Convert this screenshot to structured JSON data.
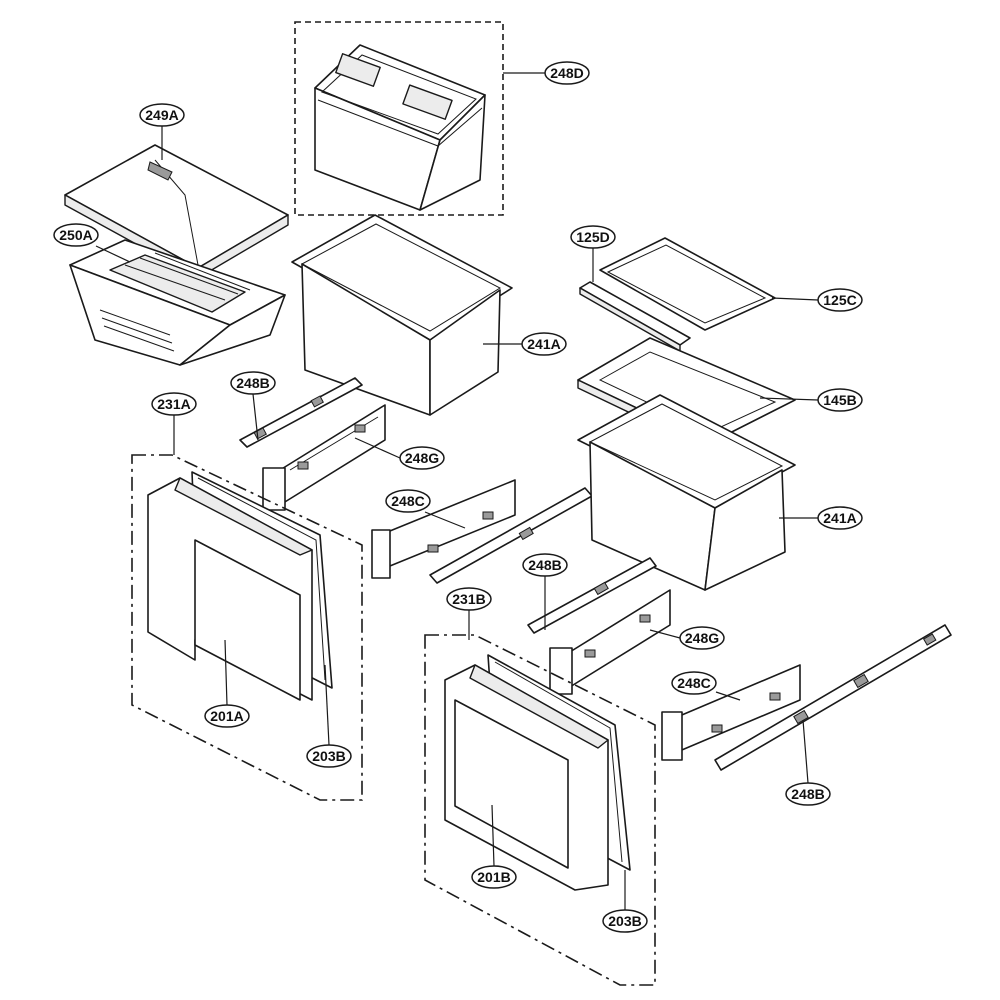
{
  "callouts": [
    {
      "id": "248D"
    },
    {
      "id": "249A"
    },
    {
      "id": "250A"
    },
    {
      "id": "241A"
    },
    {
      "id": "248B"
    },
    {
      "id": "231A"
    },
    {
      "id": "248G"
    },
    {
      "id": "248C"
    },
    {
      "id": "201A"
    },
    {
      "id": "203B"
    },
    {
      "id": "125D"
    },
    {
      "id": "125C"
    },
    {
      "id": "145B"
    },
    {
      "id": "241A"
    },
    {
      "id": "248B"
    },
    {
      "id": "231B"
    },
    {
      "id": "248G"
    },
    {
      "id": "248C"
    },
    {
      "id": "248B"
    },
    {
      "id": "201B"
    },
    {
      "id": "203B"
    }
  ]
}
